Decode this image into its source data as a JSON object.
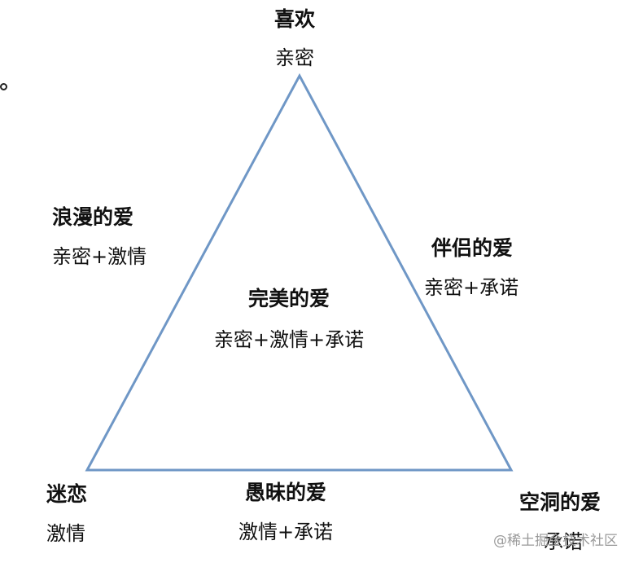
{
  "colors": {
    "triangle_stroke": "#6f97c6",
    "text": "#111111",
    "watermark": "#9a9a9a"
  },
  "top": {
    "title": "喜欢",
    "sub": "亲密"
  },
  "left": {
    "title": "浪漫的爱",
    "sub": "亲密+激情"
  },
  "right": {
    "title": "伴侣的爱",
    "sub": "亲密+承诺"
  },
  "center": {
    "title": "完美的爱",
    "sub": "亲密+激情+承诺"
  },
  "bottom_left": {
    "title": "迷恋",
    "sub": "激情"
  },
  "bottom_middle": {
    "title": "愚昧的爱",
    "sub": "激情+承诺"
  },
  "bottom_right": {
    "title": "空洞的爱",
    "sub": "承诺"
  },
  "watermark": "@稀土掘金技术社区"
}
